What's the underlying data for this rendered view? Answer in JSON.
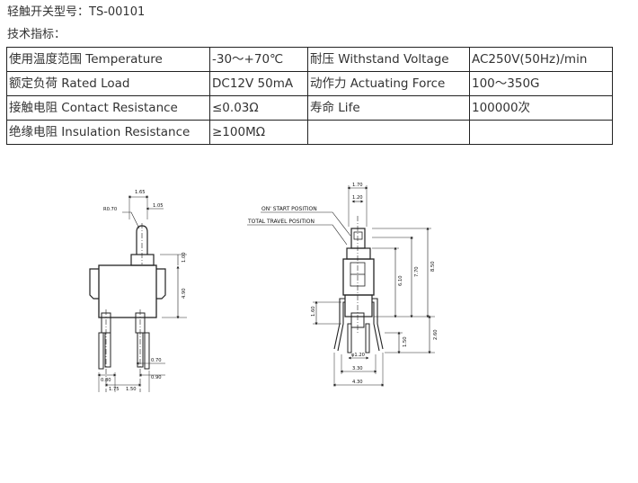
{
  "header": {
    "model_line": "轻触开关型号：TS-00101",
    "spec_heading": "技术指标："
  },
  "spec_table": {
    "rows": [
      [
        "使用温度范围 Temperature",
        "-30～+70℃",
        "耐压 Withstand Voltage",
        "AC250V(50Hz)/min"
      ],
      [
        "额定负荷 Rated Load",
        "DC12V 50mA",
        "动作力 Actuating Force",
        "100～350G"
      ],
      [
        "接触电阻 Contact Resistance",
        "≤0.03Ω",
        "寿命 Life",
        "100000次"
      ],
      [
        "绝缘电阻 Insulation Resistance",
        "≥100MΩ",
        "",
        ""
      ]
    ]
  },
  "drawing_left": {
    "dims": {
      "top_width": "1.65",
      "radius": "R0.70",
      "plunger_width": "1.05",
      "plunger_height": "1.00",
      "body_height": "4.90",
      "pin_width_a": "0.80",
      "pin_offset": "0.70",
      "pin_width_b": "0.90",
      "pin_pitch_a": "1.75",
      "pin_pitch_b": "1.50"
    }
  },
  "drawing_right": {
    "labels": {
      "on_start": "ON' START POSITION",
      "total_travel": "TOTAL TRAVEL POSITION"
    },
    "dims": {
      "top_width": "1.70",
      "inner_width": "1.20",
      "h_a": "6.10",
      "h_b": "7.70",
      "h_c": "8.50",
      "left_h": "1.60",
      "pin_h": "1.50",
      "pin_h2": "2.60",
      "pin_dia": "φ1.20",
      "bottom_inner": "3.30",
      "bottom_outer": "4.30"
    }
  }
}
